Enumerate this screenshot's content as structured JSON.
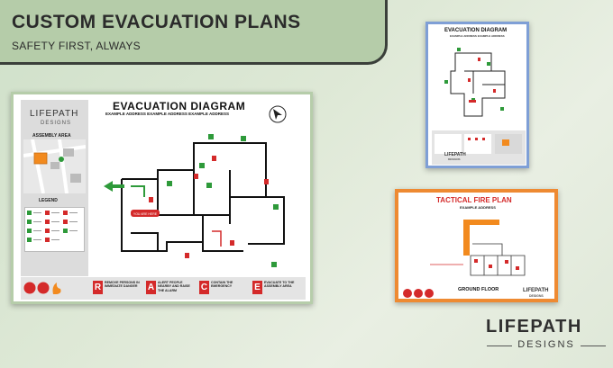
{
  "banner": {
    "title": "CUSTOM EVACUATION PLANS",
    "subtitle": "SAFETY FIRST, ALWAYS"
  },
  "main_plan": {
    "logo": "LIFEPATH",
    "logo_sub": "DESIGNS",
    "title": "EVACUATION DIAGRAM",
    "subtitle": "EXAMPLE ADDRESS EXAMPLE ADDRESS EXAMPLE ADDRESS",
    "assembly_label": "ASSEMBLY AREA",
    "legend_label": "LEGEND",
    "you_are_here": "YOU ARE HERE",
    "steps": [
      {
        "letter": "R",
        "text": "REMOVE PERSONS IN IMMEDIATE DANGER"
      },
      {
        "letter": "A",
        "text": "ALERT PEOPLE NEARBY AND RAISE THE ALARM"
      },
      {
        "letter": "C",
        "text": "CONTAIN THE EMERGENCY"
      },
      {
        "letter": "E",
        "text": "EVACUATE TO THE ASSEMBLY AREA"
      }
    ]
  },
  "blue_plan": {
    "title": "EVACUATION DIAGRAM",
    "subtitle": "EXAMPLE ADDRESS EXAMPLE ADDRESS",
    "logo": "LIFEPATH",
    "logo_sub": "DESIGNS"
  },
  "orange_plan": {
    "title": "TACTICAL FIRE PLAN",
    "subtitle": "EXAMPLE ADDRESS",
    "floor_label": "GROUND FLOOR",
    "logo": "LIFEPATH",
    "logo_sub": "DESIGNS"
  },
  "footer": {
    "logo": "LIFEPATH",
    "logo_sub": "DESIGNS"
  },
  "colors": {
    "exit_green": "#2e9a3a",
    "alert_red": "#d42a2a",
    "accent_orange": "#ee8a32",
    "accent_blue": "#7f9fd6",
    "banner_green": "#b5cca9"
  }
}
